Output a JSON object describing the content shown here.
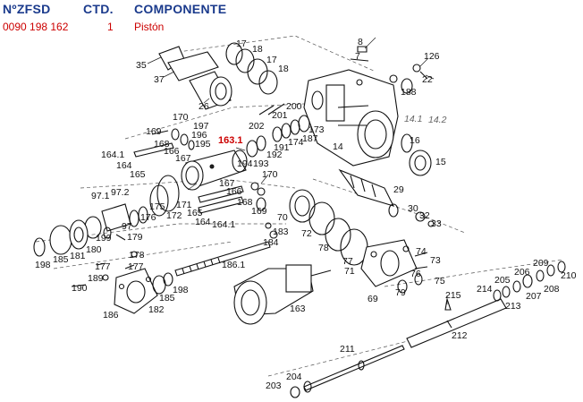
{
  "header": {
    "col_zfsd": "NºZFSD",
    "col_ctd": "CTD.",
    "col_componente": "COMPONENTE"
  },
  "selected_row": {
    "zfsd": "0090 198 162",
    "ctd": "1",
    "componente": "Pistón"
  },
  "colors": {
    "header_text": "#1a3a8c",
    "row_text": "#cc0000",
    "highlight_label": "#cc0000"
  },
  "callouts": [
    "8",
    "7",
    "126",
    "22",
    "188",
    "17",
    "18",
    "17",
    "18",
    "35",
    "37",
    "26",
    "170",
    "197",
    "196",
    "195",
    "163.1",
    "169",
    "168",
    "166",
    "167",
    "164.1",
    "164",
    "165",
    "202",
    "201",
    "200",
    "191",
    "192",
    "174",
    "187",
    "173",
    "14",
    "14.1",
    "14.2",
    "16",
    "15",
    "194",
    "193",
    "170",
    "167",
    "166",
    "168",
    "169",
    "165",
    "164",
    "164.1",
    "171",
    "172",
    "175",
    "176",
    "97.1",
    "97.2",
    "97",
    "199",
    "179",
    "198",
    "185",
    "181",
    "180",
    "178",
    "177",
    "177",
    "189",
    "190",
    "186",
    "182",
    "185",
    "198",
    "186.1",
    "183",
    "184",
    "70",
    "72",
    "78",
    "77",
    "71",
    "29",
    "30",
    "32",
    "33",
    "74",
    "73",
    "75",
    "76",
    "79",
    "69",
    "163",
    "215",
    "214",
    "205",
    "206",
    "209",
    "210",
    "207",
    "208",
    "213",
    "212",
    "211",
    "204",
    "203"
  ]
}
